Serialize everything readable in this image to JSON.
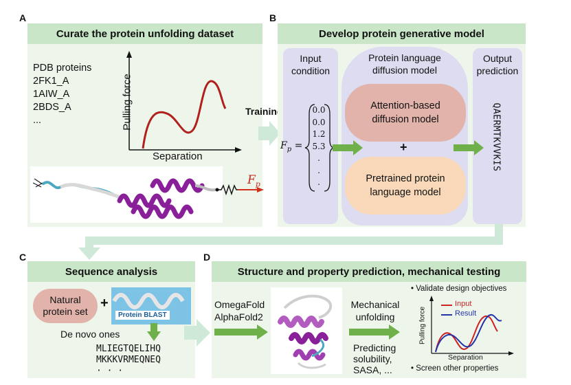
{
  "panels": {
    "a": {
      "letter": "A",
      "title": "Curate the protein unfolding dataset",
      "protein_list": [
        "PDB proteins",
        "2FK1_A",
        "1AIW_A",
        "2BDS_A",
        "..."
      ],
      "plot": {
        "ylabel": "Pulling force",
        "xlabel": "Separation"
      },
      "force_label": "F",
      "force_sub": "p"
    },
    "training_label": "Training",
    "b": {
      "letter": "B",
      "title": "Develop protein generative model",
      "input_title": [
        "Input",
        "condition"
      ],
      "vector_lhs": "F",
      "vector_lhs_sub": "p",
      "vector_values": [
        "0.0",
        "0.0",
        "1.2",
        "5.3",
        ".",
        ".",
        "."
      ],
      "diffusion_title": [
        "Protein language",
        "diffusion model"
      ],
      "attention_box": [
        "Attention-based",
        "diffusion model"
      ],
      "plus": "+",
      "pretrained_box": [
        "Pretrained protein",
        "language model"
      ],
      "output_title": [
        "Output",
        "prediction"
      ],
      "output_sequence": "QAERMTKVVKIS"
    },
    "c": {
      "letter": "C",
      "title": "Sequence analysis",
      "natural_set": [
        "Natural",
        "protein set"
      ],
      "plus": "+",
      "blast_label": "Protein BLAST",
      "de_novo": "De novo ones",
      "sequences": [
        "MLIEGTQELIHQ",
        "MKKKVRMEQNEQ",
        "· · ·"
      ]
    },
    "d": {
      "letter": "D",
      "title": "Structure and property prediction, mechanical testing",
      "tools": [
        "OmegaFold",
        "AlphaFold2"
      ],
      "mech": [
        "Mechanical",
        "unfolding"
      ],
      "predicting": [
        "Predicting",
        "solubility,",
        "SASA, ..."
      ],
      "bullets": [
        "Validate design objectives",
        "Screen other properties"
      ],
      "mini_plot": {
        "ylabel": "Pulling force",
        "xlabel": "Separation",
        "legend": [
          "Input",
          "Result"
        ]
      },
      "colors": {
        "input": "#cc2222",
        "result": "#2233aa"
      }
    }
  },
  "colors": {
    "panel_bg": "#eef6ec",
    "header_bg": "#c9e6c9",
    "arrow_green": "#6fb04a",
    "arrow_light": "#cfe9d8",
    "lavender": "#dddcf0",
    "attention_pink": "#e2b3ab",
    "pretrained_peach": "#f8d8b8",
    "curve_red": "#b0201c",
    "helix_purple": "#8a1f9a"
  }
}
